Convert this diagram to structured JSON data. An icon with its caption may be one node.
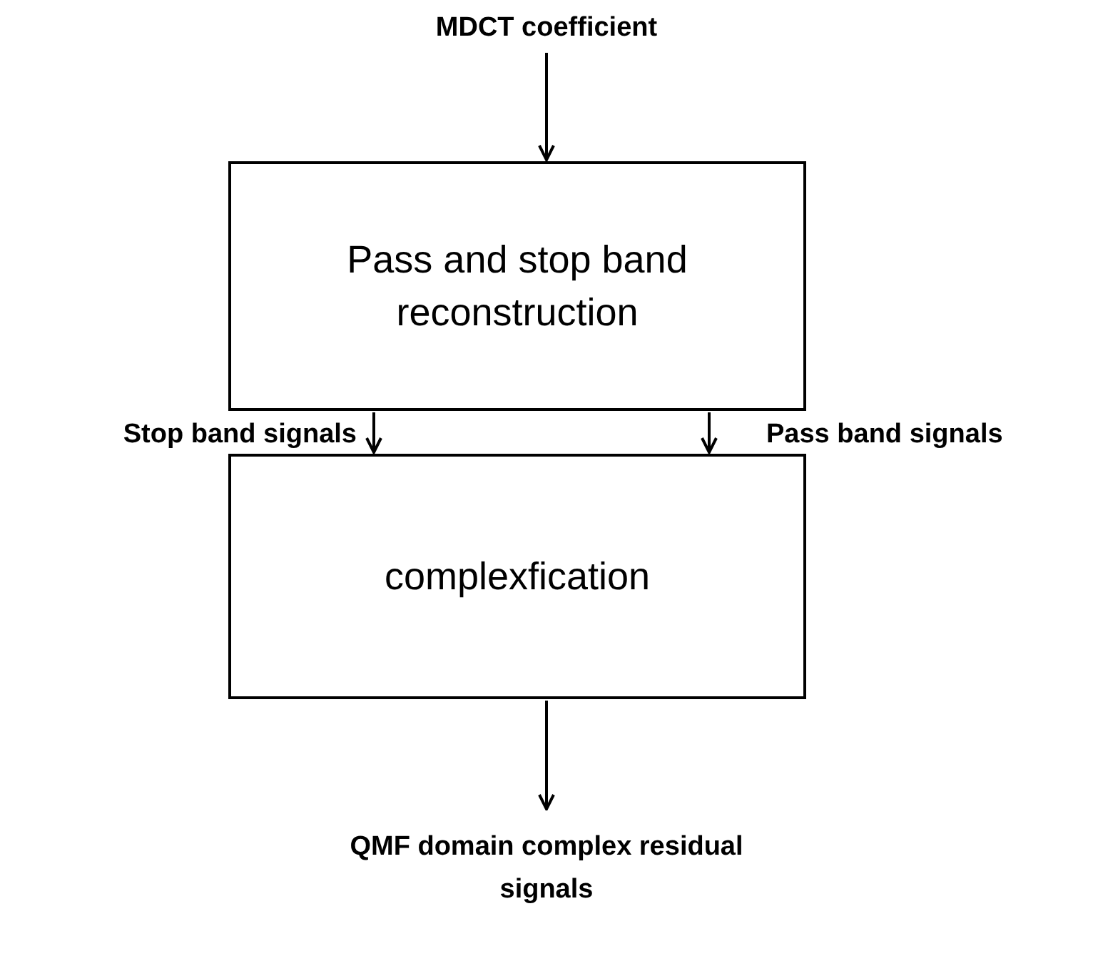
{
  "diagram": {
    "nodes": [
      {
        "text": [
          "MDCT coefficient"
        ]
      },
      {
        "text": [
          "Pass and stop band reconstruction"
        ]
      },
      {
        "text": [
          "complexfication"
        ]
      },
      {
        "text": [
          "QMF domain complex residual signals"
        ]
      }
    ],
    "edges": [
      {
        "from": 0,
        "to": 1,
        "arrow": "to"
      },
      {
        "from": 1,
        "to": 2,
        "arrow": "to",
        "label": "Stop band signals"
      },
      {
        "from": 1,
        "to": 2,
        "arrow": "to",
        "label": "Pass band signals"
      },
      {
        "from": 2,
        "to": 3,
        "arrow": "to"
      }
    ]
  }
}
